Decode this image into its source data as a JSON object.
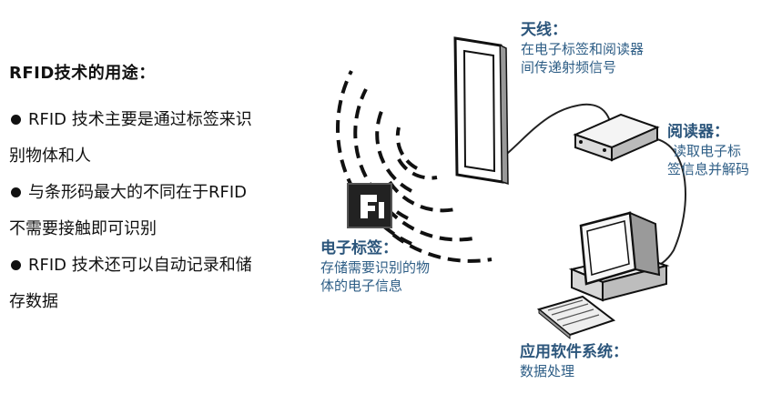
{
  "left": {
    "title": "RFID技术的用途：",
    "bullets": [
      [
        "RFID 技术主要是通过标签来识",
        "别物体和人"
      ],
      [
        "与条形码最大的不同在于RFID",
        "不需要接触即可识别"
      ],
      [
        "RFID 技术还可以自动记录和储",
        "存数据"
      ]
    ]
  },
  "diagram": {
    "antenna": {
      "title": "天线：",
      "lines": [
        "在电子标签和阅读器",
        "间传递射频信号"
      ]
    },
    "reader": {
      "title": "阅读器：",
      "lines": [
        "读取电子标",
        "签信息并解码"
      ]
    },
    "tag": {
      "title": "电子标签：",
      "lines": [
        "存储需要识别的物",
        "体的电子信息"
      ]
    },
    "app": {
      "title": "应用软件系统：",
      "lines": [
        "数据处理"
      ]
    }
  },
  "colors": {
    "label_heading": "#2b557b",
    "label_text": "#2e5e86",
    "tag_fill": "#222222",
    "wave": "#111111"
  }
}
